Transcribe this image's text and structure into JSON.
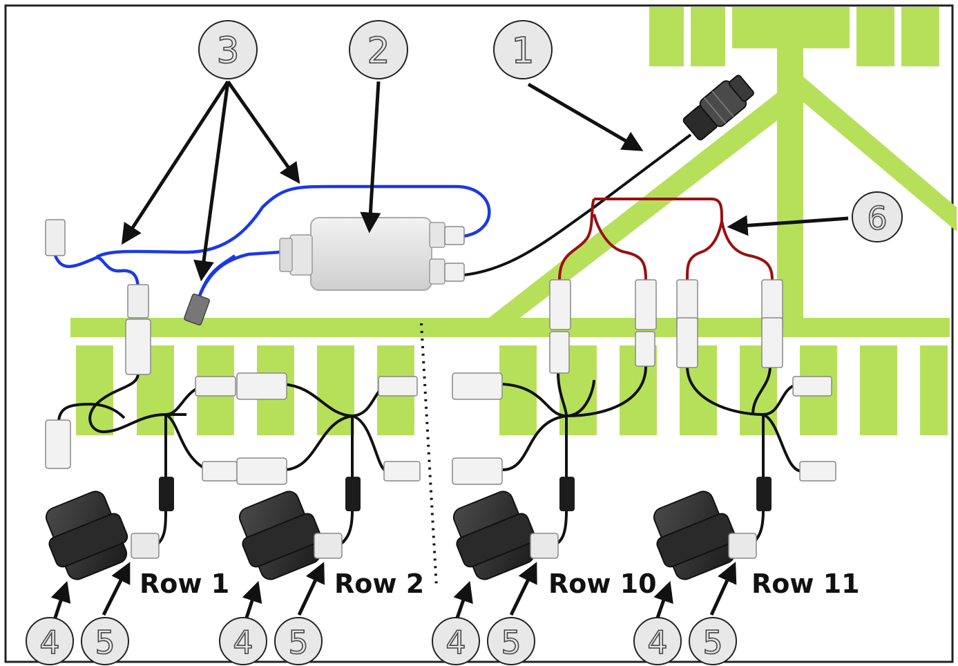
{
  "callouts": {
    "c1": "1",
    "c2": "2",
    "c3": "3",
    "c6": "6",
    "row1_c4": "4",
    "row1_c5": "5",
    "row2_c4": "4",
    "row2_c5": "5",
    "row10_c4": "4",
    "row10_c5": "5",
    "row11_c4": "4",
    "row11_c5": "5"
  },
  "rows": {
    "row1": "Row 1",
    "row2": "Row 2",
    "row10": "Row 10",
    "row11": "Row 11"
  },
  "colors": {
    "frame_green": "#b7e05a",
    "blue_cable": "#1a39e6",
    "red_cable": "#9a0f0f",
    "black_cable": "#111111"
  }
}
